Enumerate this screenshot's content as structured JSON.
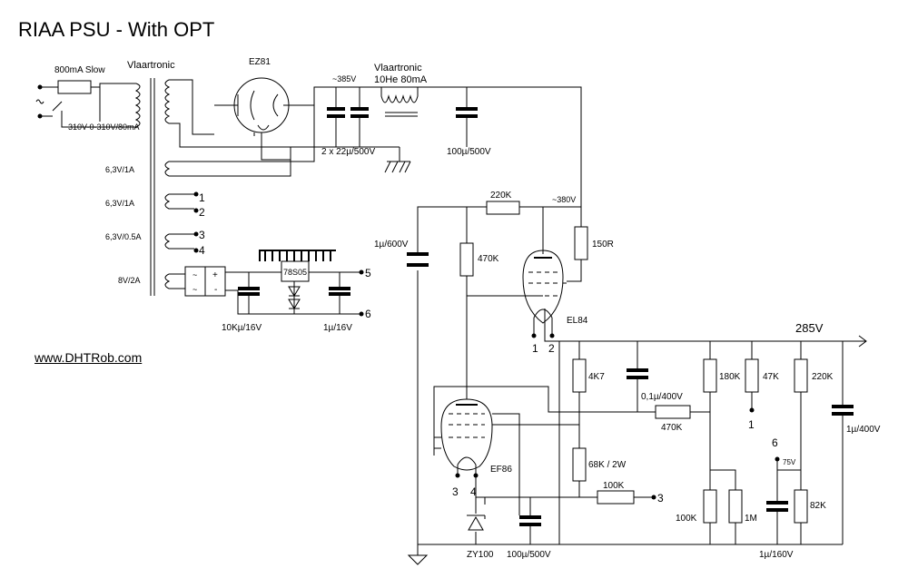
{
  "title": "RIAA PSU - With OPT",
  "website": "www.DHTRob.com",
  "mains": {
    "fuse_label": "800mA Slow",
    "transformer_maker": "Vlaartronic",
    "secondary_hv": "310V-0-310V/80mA",
    "heater_windings": [
      "6,3V/1A",
      "6,3V/1A",
      "6,3V/0.5A",
      "8V/2A"
    ]
  },
  "rectifier": {
    "tube": "EZ81",
    "cap_voltage": "~385V",
    "cap_label": "2 x 22µ/500V"
  },
  "choke": {
    "maker": "Vlaartronic",
    "rating": "10He 80mA",
    "cap_label": "100µ/500V"
  },
  "regulator": {
    "ic": "78S05",
    "input_cap": "10Kµ/16V",
    "output_cap": "1µ/16V"
  },
  "shunt": {
    "voltage": "~380V",
    "r_top": "220K",
    "cap": "1µ/600V",
    "r_grid": "470K",
    "r_anode": "150R",
    "pass_tube": "EL84",
    "error_tube": "EF86",
    "r_4k7": "4K7",
    "cap_01": "0,1µ/400V",
    "r_470k": "470K",
    "r_68k": "68K / 2W",
    "r_100k": "100K",
    "zener": "ZY100",
    "cap_cathode": "100µ/500V",
    "output_voltage": "285V",
    "r_180k": "180K",
    "r_47k": "47K",
    "r_220k": "220K",
    "cap_out": "1µ/400V",
    "r_100k_b": "100K",
    "r_1m": "1M",
    "cap_160": "1µ/160V",
    "r_82k": "82K",
    "v_75": "75V"
  },
  "terminals": [
    "1",
    "2",
    "3",
    "4",
    "5",
    "6"
  ]
}
